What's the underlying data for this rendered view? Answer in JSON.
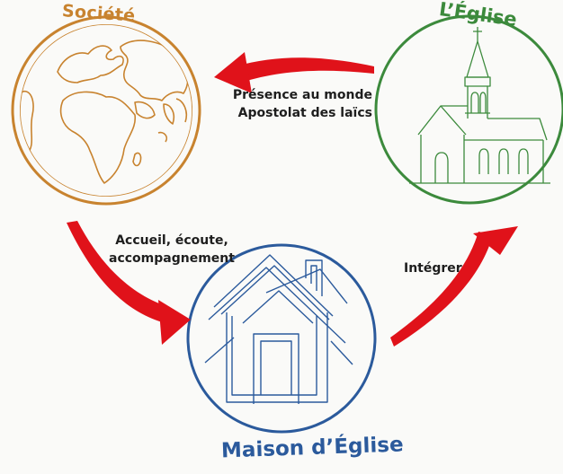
{
  "nodes": {
    "societe": {
      "label": "Société",
      "color": "#c8832f",
      "icon": "globe-icon"
    },
    "eglise": {
      "label": "L’Église",
      "color": "#3c8a3c",
      "icon": "church-icon"
    },
    "maison": {
      "label": "Maison d’Église",
      "color": "#2b5a9c",
      "icon": "house-icon"
    }
  },
  "edges": {
    "eglise_to_societe": {
      "line1": "Présence au monde",
      "line2": "Apostolat des laïcs"
    },
    "societe_to_maison": {
      "line1": "Accueil, écoute,",
      "line2": "accompagnement"
    },
    "maison_to_eglise": {
      "label": "Intégrer"
    }
  },
  "colors": {
    "arrow": "#e0121a",
    "text": "#1e1e1e"
  }
}
